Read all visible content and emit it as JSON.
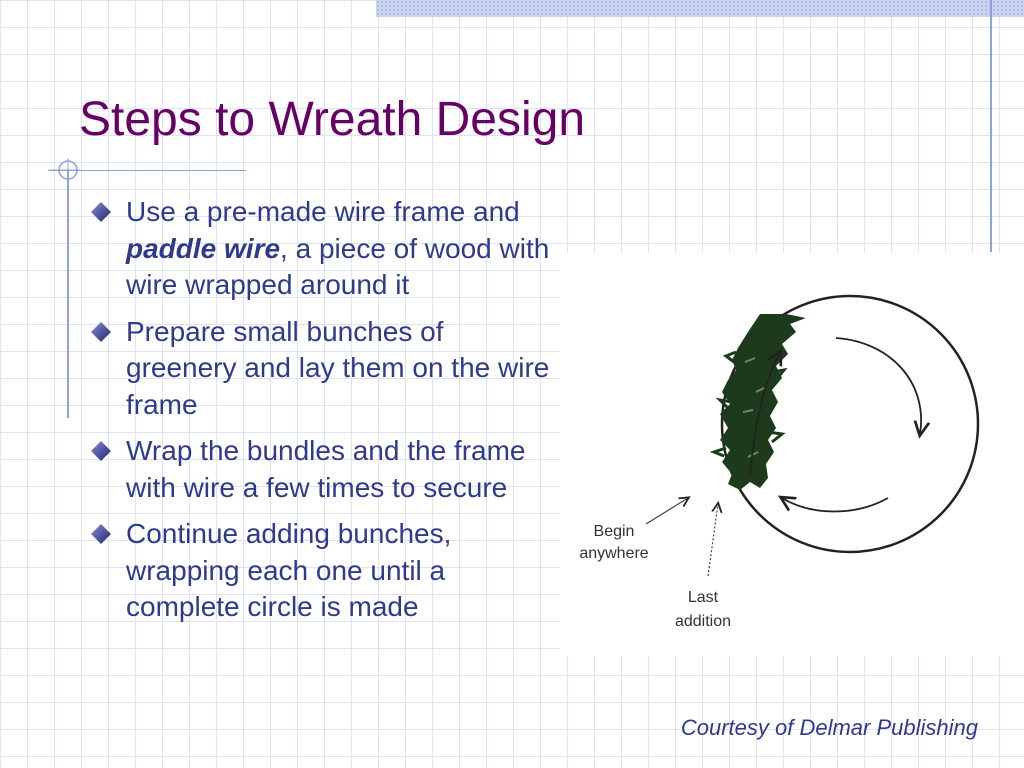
{
  "slide": {
    "title": "Steps to Wreath Design",
    "bullets": [
      {
        "before": "Use a pre-made wire frame and ",
        "emphasis": "paddle wire",
        "after": ", a piece of wood with wire wrapped around it"
      },
      {
        "before": "Prepare small bunches of greenery and lay them on the wire frame",
        "emphasis": "",
        "after": ""
      },
      {
        "before": "Wrap the bundles and the frame with wire a few times to secure",
        "emphasis": "",
        "after": ""
      },
      {
        "before": "Continue adding bunches, wrapping each one until a complete circle is made",
        "emphasis": "",
        "after": ""
      }
    ],
    "figure": {
      "label_begin_line1": "Begin",
      "label_begin_line2": "anywhere",
      "label_last_line1": "Last",
      "label_last_line2": "addition"
    },
    "credit": "Courtesy of Delmar Publishing"
  },
  "icons": {
    "bullet": "diamond-bullet-icon",
    "ornament": "corner-ornament-icon",
    "arrow": "curved-arrow-icon",
    "greenery": "greenery-bundle-icon"
  },
  "colors": {
    "title": "#660066",
    "body_text": "#2e3a8c",
    "accent_line": "#8fa3da",
    "grid": "#dde3f3",
    "greenery": "#1d3a1d"
  }
}
